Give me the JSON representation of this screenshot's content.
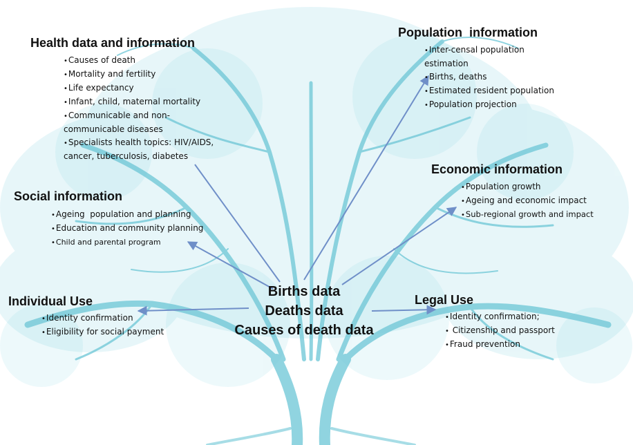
{
  "center": {
    "lines": [
      "Births data",
      "Deaths data",
      "Causes of death data"
    ]
  },
  "branches": {
    "health": {
      "title": "Health data and information",
      "items": [
        "Causes of death",
        "Mortality and fertility",
        "Life expectancy",
        "Infant, child, maternal  mortality",
        "Communicable and non-communicable diseases",
        "Specialists health topics: HIV/AIDS, cancer, tuberculosis, diabetes"
      ]
    },
    "population": {
      "title": "Population  information",
      "items": [
        "Inter-censal population estimation",
        "Births, deaths",
        "Estimated resident population",
        "Population projection"
      ]
    },
    "economic": {
      "title": "Economic information",
      "items": [
        "Population growth",
        "Ageing and economic impact",
        "Sub-regional growth and impact"
      ]
    },
    "social": {
      "title": "Social information",
      "items": [
        "Ageing  population and planning",
        "Education and community planning",
        "Child and parental program"
      ]
    },
    "individual": {
      "title": "Individual Use",
      "items": [
        "Identity confirmation",
        "Eligibility for social payment"
      ]
    },
    "legal": {
      "title": "Legal Use",
      "items": [
        "Identity confirmation;",
        " Citizenship and passport",
        "Fraud prevention"
      ]
    }
  },
  "colors": {
    "tree": "#7fd3e0",
    "arrow": "#6f8fc8",
    "text": "#111111"
  }
}
